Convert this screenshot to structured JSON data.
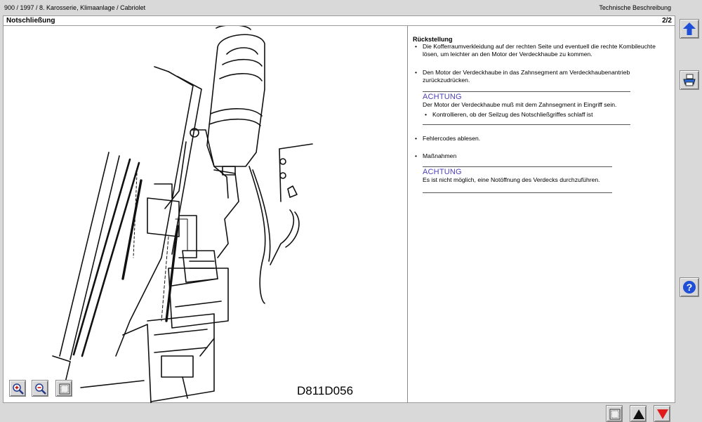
{
  "header": {
    "breadcrumb": "900 / 1997 / 8. Karosserie, Klimaanlage / Cabriolet",
    "doc_type": "Technische Beschreibung"
  },
  "document": {
    "title": "Notschließung",
    "page_indicator": "2/2",
    "figure_code": "D811D056",
    "section_heading": "Rückstellung",
    "steps": [
      "Die Kofferraumverkleidung auf der rechten Seite und eventuell die rechte Kombileuchte lösen, um leichter an den Motor der Verdeckhaube zu kommen.",
      "Den Motor der Verdeckhaube in das Zahnsegment am Verdeckhaubenantrieb zurückzudrücken."
    ],
    "warning1": {
      "label": "ACHTUNG",
      "text": "Der Motor der Verdeckhaube muß mit dem Zahnsegment in Eingriff sein.",
      "sub_bullet": "Kontrollieren, ob der Seilzug des Notschließgriffes schlaff ist"
    },
    "steps2": [
      "Fehlercodes ablesen.",
      "Maßnahmen"
    ],
    "warning2": {
      "label": "ACHTUNG",
      "text": "Es ist nicht möglich, eine Notöffnung des Verdecks durchzuführen."
    },
    "bullet_char": "•"
  },
  "icons": {
    "zoom_in": "zoom-in-icon",
    "zoom_out": "zoom-out-icon",
    "fit": "fit-view-icon",
    "up": "arrow-up-icon",
    "print": "printer-icon",
    "help": "help-icon",
    "prev": "triangle-up-icon",
    "next": "triangle-down-icon"
  },
  "colors": {
    "achtung": "#4b3fb8",
    "nav_blue": "#1f4fd6",
    "next_red": "#e01b1b"
  }
}
